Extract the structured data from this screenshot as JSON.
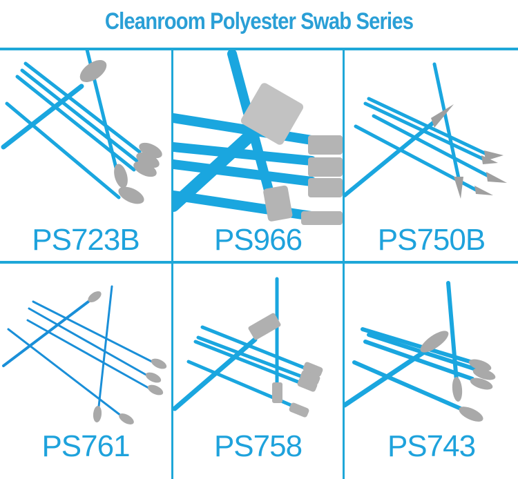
{
  "header": {
    "title": "Cleanroom Polyester Swab Series"
  },
  "colors": {
    "accent": "#1ea7d8",
    "title": "#2a9fd6",
    "stick": "#1aa6df",
    "tip": "#a9a9a9"
  },
  "products": [
    {
      "model": "PS723B",
      "image": "swab-paddle-tip-image"
    },
    {
      "model": "PS966",
      "image": "swab-large-rectangular-tip-image"
    },
    {
      "model": "PS750B",
      "image": "swab-pointed-tip-image"
    },
    {
      "model": "PS761",
      "image": "swab-small-round-tip-image"
    },
    {
      "model": "PS758",
      "image": "swab-rectangular-tip-image"
    },
    {
      "model": "PS743",
      "image": "swab-round-tip-image"
    }
  ]
}
